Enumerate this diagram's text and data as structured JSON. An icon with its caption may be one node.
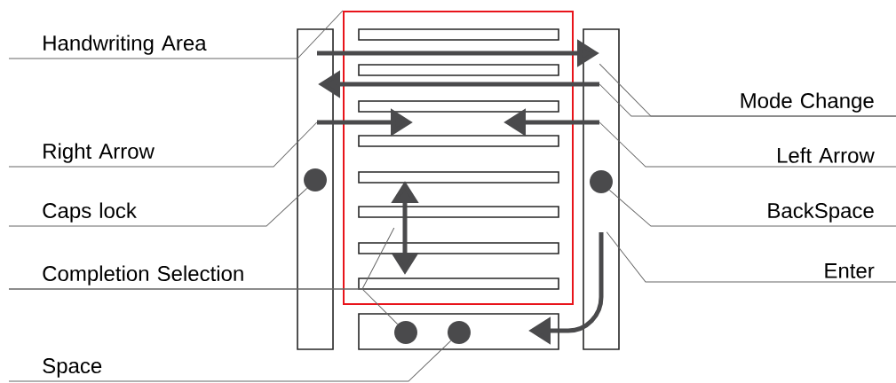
{
  "diagram": {
    "nodes": [
      {
        "text": [
          "Handwriting Area"
        ]
      },
      {
        "text": [
          "Mode Change"
        ]
      },
      {
        "text": [
          "Right Arrow"
        ]
      },
      {
        "text": [
          "Left Arrow"
        ]
      },
      {
        "text": [
          "Caps lock"
        ]
      },
      {
        "text": [
          "BackSpace"
        ]
      },
      {
        "text": [
          "Completion Selection"
        ]
      },
      {
        "text": [
          "Enter"
        ]
      },
      {
        "text": [
          "Space"
        ]
      },
      {
        "text": [],
        "shape": "box"
      },
      {
        "text": [],
        "shape": "arrow"
      },
      {
        "text": [],
        "shape": "arrow"
      },
      {
        "text": [],
        "shape": "arrow"
      },
      {
        "text": [],
        "shape": "arrow"
      },
      {
        "text": [],
        "shape": "circle"
      },
      {
        "text": [],
        "shape": "circle"
      },
      {
        "text": [],
        "shape": "arrow",
        "in": 9
      },
      {
        "text": [],
        "shape": "circle"
      },
      {
        "text": [],
        "shape": "arrow"
      },
      {
        "text": [],
        "shape": "circle"
      }
    ],
    "edges": [
      {
        "from": 0,
        "to": 9,
        "arrow": "none"
      },
      {
        "from": 1,
        "to": 10,
        "arrow": "none"
      },
      {
        "from": 1,
        "to": 11,
        "arrow": "none"
      },
      {
        "from": 2,
        "to": 12,
        "arrow": "none"
      },
      {
        "from": 3,
        "to": 13,
        "arrow": "none"
      },
      {
        "from": 4,
        "to": 14,
        "arrow": "none"
      },
      {
        "from": 5,
        "to": 15,
        "arrow": "none"
      },
      {
        "from": 6,
        "to": 16,
        "arrow": "none"
      },
      {
        "from": 6,
        "to": 17,
        "arrow": "none"
      },
      {
        "from": 7,
        "to": 18,
        "arrow": "none"
      },
      {
        "from": 8,
        "to": 19,
        "arrow": "none"
      }
    ]
  }
}
